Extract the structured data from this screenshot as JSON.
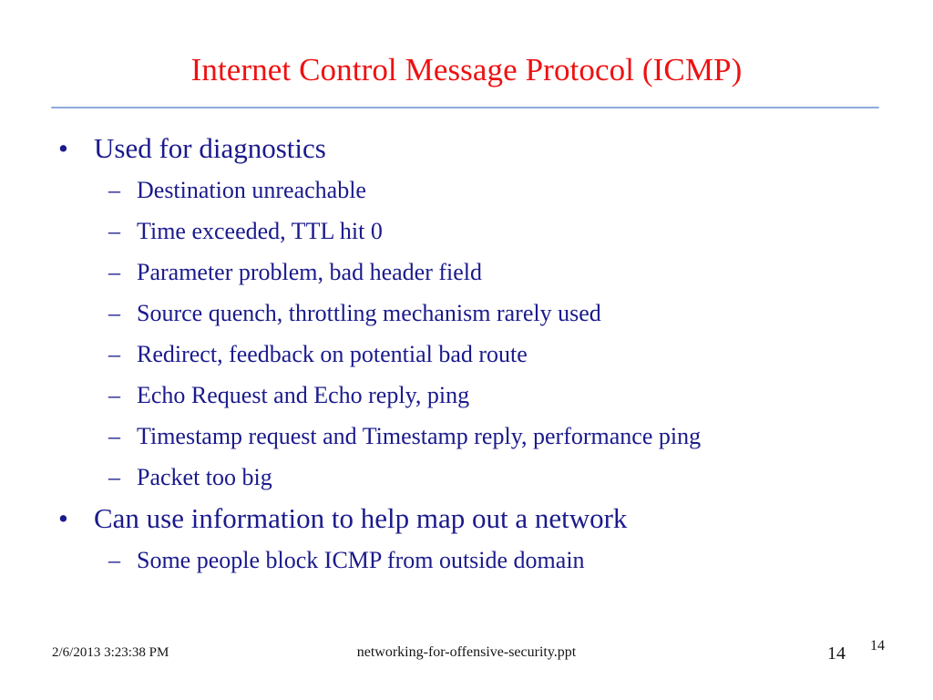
{
  "slide": {
    "title": "Internet Control Message Protocol (ICMP)",
    "title_color": "#ee1111",
    "body_color": "#1a1a8c",
    "rule_color": "#8faadc",
    "background_color": "#ffffff"
  },
  "content": {
    "bullets": [
      {
        "level": 1,
        "marker": "•",
        "text": "Used for diagnostics"
      },
      {
        "level": 2,
        "marker": "–",
        "text": "Destination unreachable"
      },
      {
        "level": 2,
        "marker": "–",
        "text": "Time exceeded, TTL hit 0"
      },
      {
        "level": 2,
        "marker": "–",
        "text": "Parameter problem, bad header field"
      },
      {
        "level": 2,
        "marker": "–",
        "text": "Source quench, throttling mechanism rarely used"
      },
      {
        "level": 2,
        "marker": "–",
        "text": "Redirect, feedback on potential bad route"
      },
      {
        "level": 2,
        "marker": "–",
        "text": "Echo Request and Echo reply, ping"
      },
      {
        "level": 2,
        "marker": "–",
        "text": "Timestamp request and Timestamp reply, performance ping"
      },
      {
        "level": 2,
        "marker": "–",
        "text": "Packet too big"
      },
      {
        "level": 1,
        "marker": "•",
        "text": "Can use information to help map out a network"
      },
      {
        "level": 2,
        "marker": "–",
        "text": "Some people block ICMP from outside domain"
      }
    ]
  },
  "footer": {
    "date": "2/6/2013 3:23:38 PM",
    "filename": "networking-for-offensive-security.ppt",
    "slide_number": "14",
    "page_number": "14"
  }
}
